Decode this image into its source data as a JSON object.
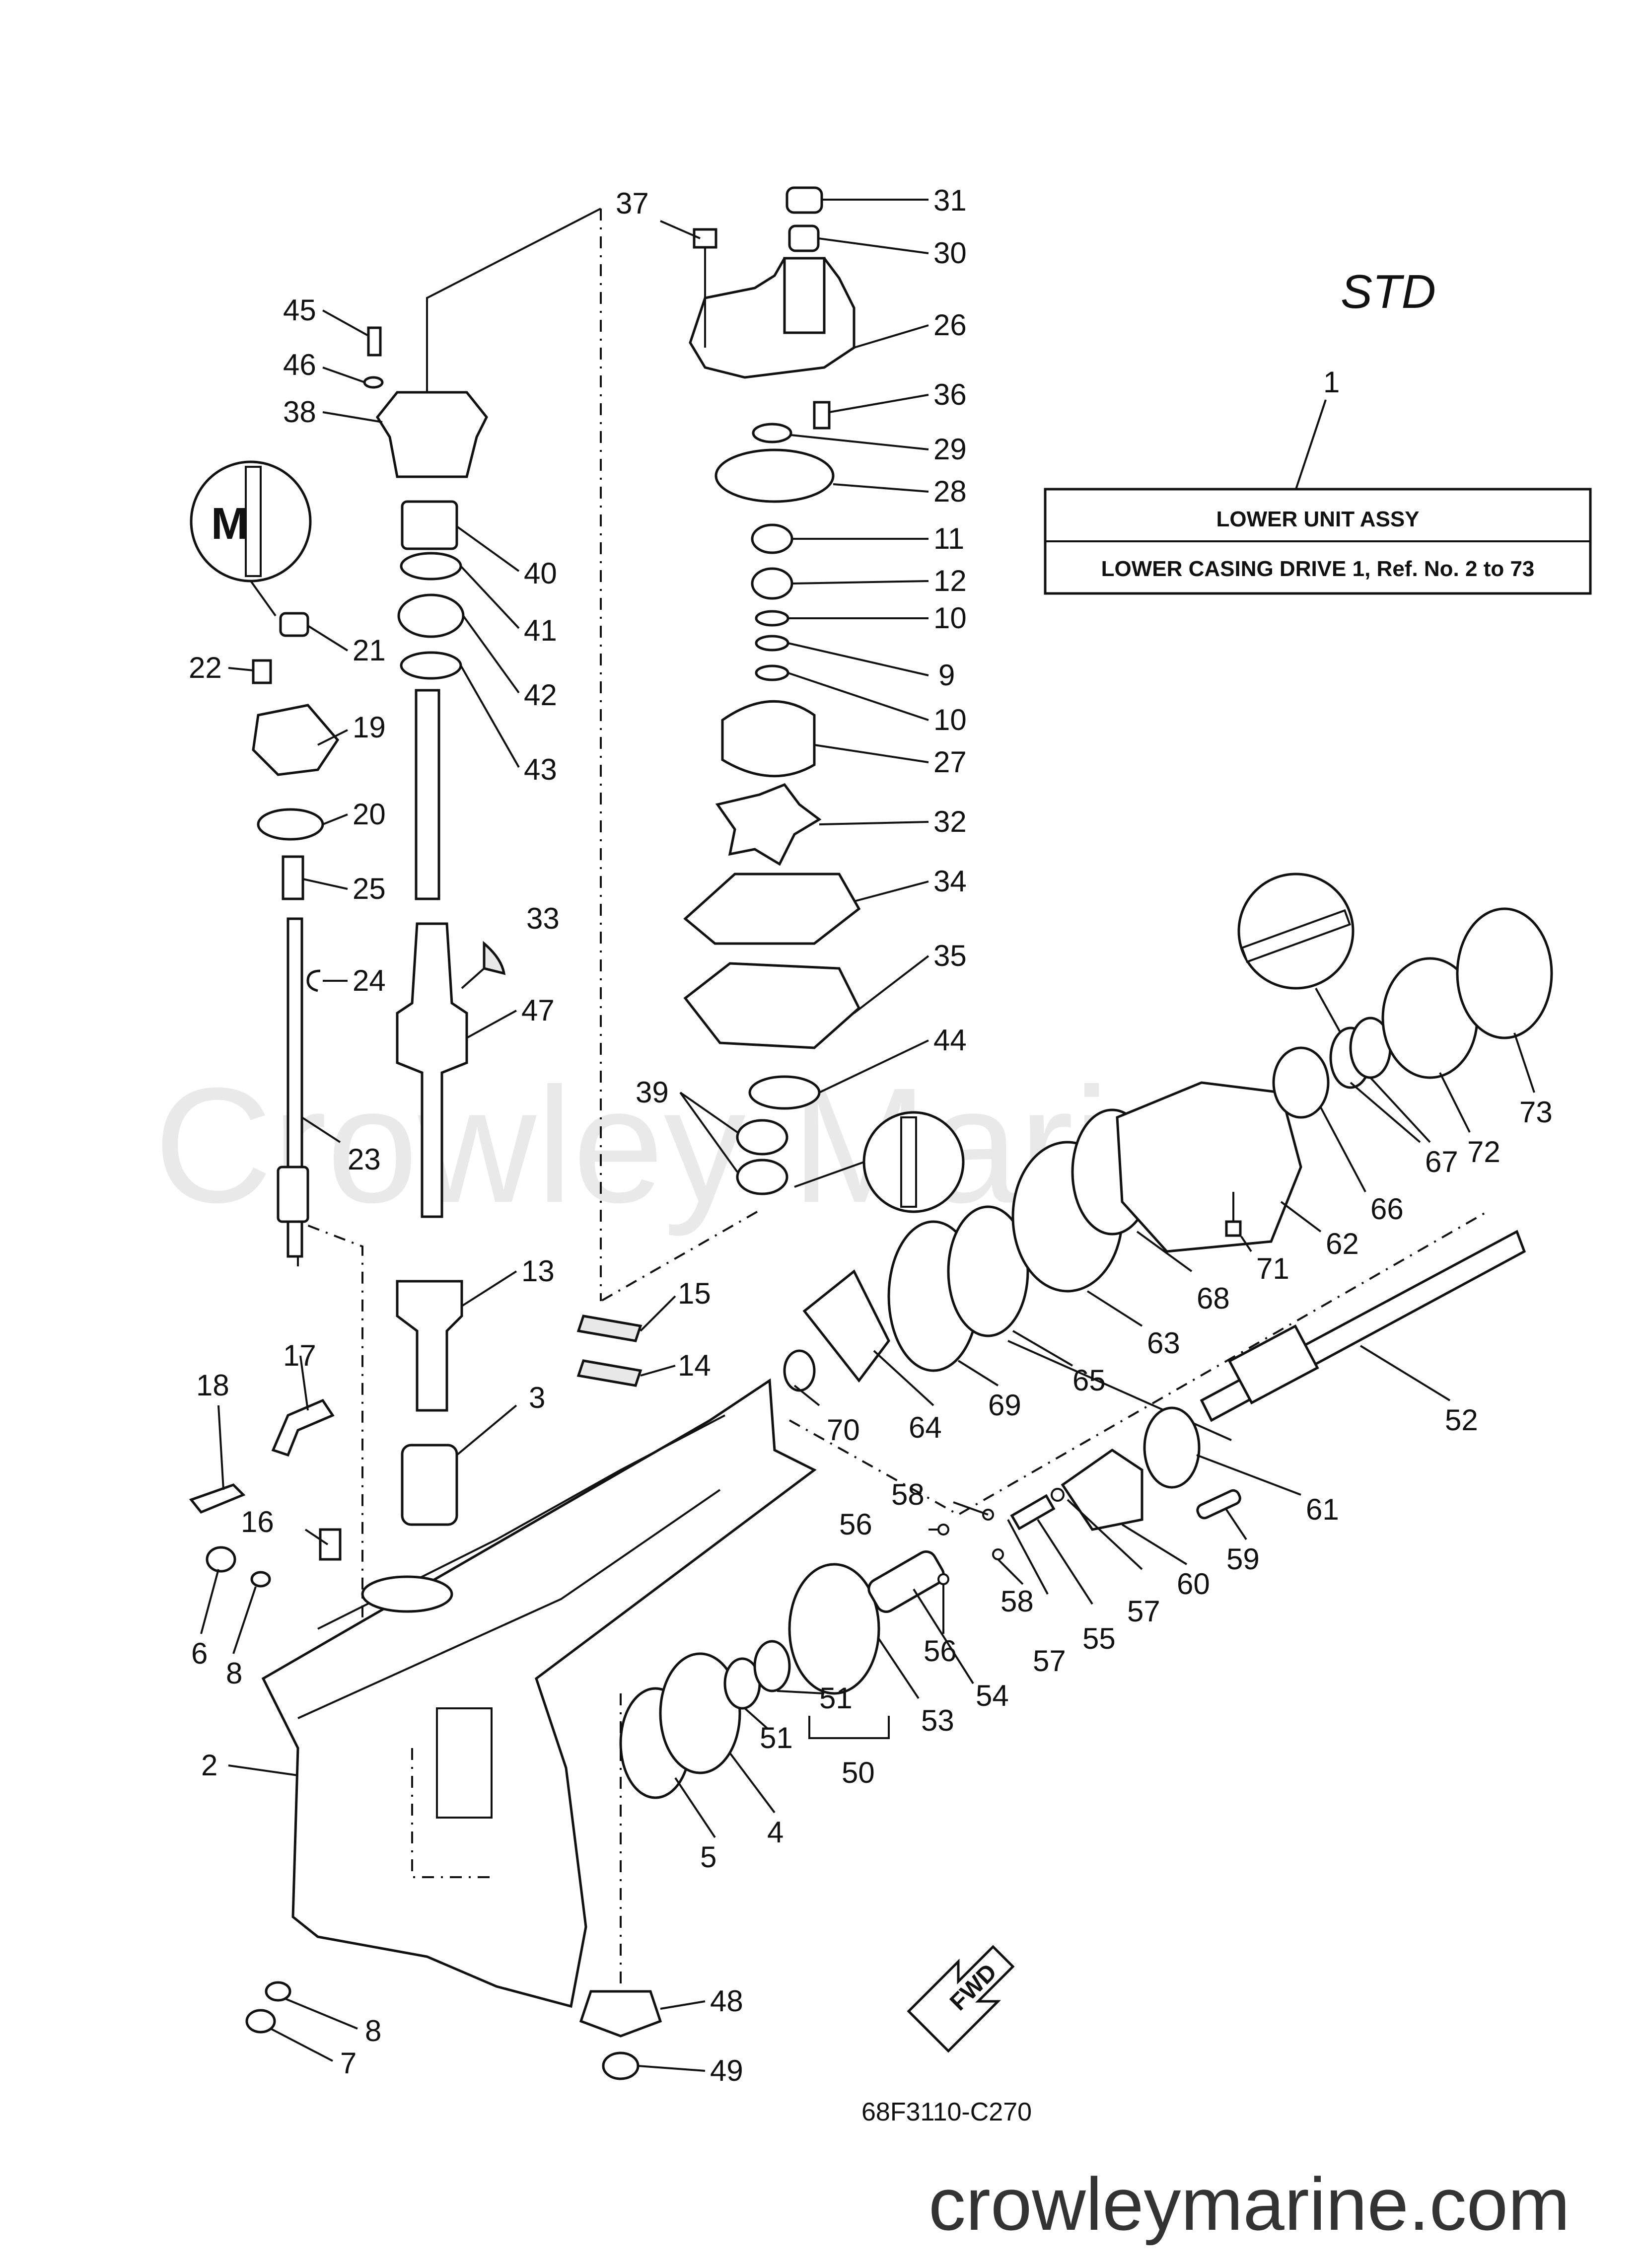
{
  "diagram": {
    "variant": "STD",
    "drawing_code": "68F3110-C270",
    "watermark": "Crowley Marine",
    "footer": "crowleymarine.com",
    "fwd_label": "FWD",
    "assembly_box": {
      "ref": "1",
      "title": "LOWER UNIT ASSY",
      "subtitle": "LOWER CASING DRIVE 1, Ref. No. 2 to 73"
    },
    "refs": [
      {
        "id": "r31",
        "text": "31"
      },
      {
        "id": "r30",
        "text": "30"
      },
      {
        "id": "r37",
        "text": "37"
      },
      {
        "id": "r26",
        "text": "26"
      },
      {
        "id": "r36",
        "text": "36"
      },
      {
        "id": "r29",
        "text": "29"
      },
      {
        "id": "r28",
        "text": "28"
      },
      {
        "id": "r11",
        "text": "11"
      },
      {
        "id": "r12",
        "text": "12"
      },
      {
        "id": "r10a",
        "text": "10"
      },
      {
        "id": "r9",
        "text": "9"
      },
      {
        "id": "r10b",
        "text": "10"
      },
      {
        "id": "r27",
        "text": "27"
      },
      {
        "id": "r32",
        "text": "32"
      },
      {
        "id": "r34",
        "text": "34"
      },
      {
        "id": "r35",
        "text": "35"
      },
      {
        "id": "r44",
        "text": "44"
      },
      {
        "id": "r39",
        "text": "39"
      },
      {
        "id": "r45",
        "text": "45"
      },
      {
        "id": "r46",
        "text": "46"
      },
      {
        "id": "r38",
        "text": "38"
      },
      {
        "id": "r40",
        "text": "40"
      },
      {
        "id": "r41",
        "text": "41"
      },
      {
        "id": "r42",
        "text": "42"
      },
      {
        "id": "r43",
        "text": "43"
      },
      {
        "id": "r21",
        "text": "21"
      },
      {
        "id": "r22",
        "text": "22"
      },
      {
        "id": "r19",
        "text": "19"
      },
      {
        "id": "r20",
        "text": "20"
      },
      {
        "id": "r25",
        "text": "25"
      },
      {
        "id": "r24",
        "text": "24"
      },
      {
        "id": "r23",
        "text": "23"
      },
      {
        "id": "r33",
        "text": "33"
      },
      {
        "id": "r47",
        "text": "47"
      },
      {
        "id": "r13",
        "text": "13"
      },
      {
        "id": "r15",
        "text": "15"
      },
      {
        "id": "r14",
        "text": "14"
      },
      {
        "id": "r3",
        "text": "3"
      },
      {
        "id": "r18",
        "text": "18"
      },
      {
        "id": "r17",
        "text": "17"
      },
      {
        "id": "r16",
        "text": "16"
      },
      {
        "id": "r6",
        "text": "6"
      },
      {
        "id": "r8a",
        "text": "8"
      },
      {
        "id": "r2",
        "text": "2"
      },
      {
        "id": "r8b",
        "text": "8"
      },
      {
        "id": "r7",
        "text": "7"
      },
      {
        "id": "r48",
        "text": "48"
      },
      {
        "id": "r49",
        "text": "49"
      },
      {
        "id": "r5",
        "text": "5"
      },
      {
        "id": "r4",
        "text": "4"
      },
      {
        "id": "r51a",
        "text": "51"
      },
      {
        "id": "r51b",
        "text": "51"
      },
      {
        "id": "r50",
        "text": "50"
      },
      {
        "id": "r53",
        "text": "53"
      },
      {
        "id": "r54",
        "text": "54"
      },
      {
        "id": "r56a",
        "text": "56"
      },
      {
        "id": "r58a",
        "text": "58"
      },
      {
        "id": "r56b",
        "text": "56"
      },
      {
        "id": "r58b",
        "text": "58"
      },
      {
        "id": "r57a",
        "text": "57"
      },
      {
        "id": "r55",
        "text": "55"
      },
      {
        "id": "r57b",
        "text": "57"
      },
      {
        "id": "r60",
        "text": "60"
      },
      {
        "id": "r59",
        "text": "59"
      },
      {
        "id": "r61",
        "text": "61"
      },
      {
        "id": "r52",
        "text": "52"
      },
      {
        "id": "r70",
        "text": "70"
      },
      {
        "id": "r64",
        "text": "64"
      },
      {
        "id": "r69",
        "text": "69"
      },
      {
        "id": "r65",
        "text": "65"
      },
      {
        "id": "r63",
        "text": "63"
      },
      {
        "id": "r68",
        "text": "68"
      },
      {
        "id": "r71",
        "text": "71"
      },
      {
        "id": "r62",
        "text": "62"
      },
      {
        "id": "r66",
        "text": "66"
      },
      {
        "id": "r67",
        "text": "67"
      },
      {
        "id": "r72",
        "text": "72"
      },
      {
        "id": "r73",
        "text": "73"
      }
    ]
  }
}
